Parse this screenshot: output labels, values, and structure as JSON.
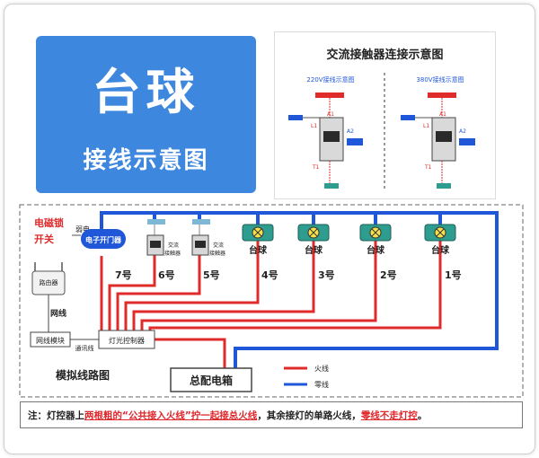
{
  "title_card": {
    "line1": "台球",
    "line2": "接线示意图"
  },
  "reference": {
    "title": "交流接触器连接示意图",
    "left_caption": "220V接线示意图",
    "right_caption": "380V接线示意图",
    "terminals": {
      "a1": "A1",
      "a2": "A2",
      "l1": "L1",
      "t1": "T1"
    }
  },
  "diagram": {
    "lock_switch": [
      "电磁锁",
      "开关"
    ],
    "weak_current": "弱电",
    "door_opener": "电子开门器",
    "router": "路由器",
    "network_cable": "网线",
    "network_module": "网线模块",
    "comm_line": "通讯线",
    "light_controller": "灯光控制器",
    "contactor_label": [
      "交流",
      "接触器"
    ],
    "table_label": "台球",
    "tables": [
      "7号",
      "6号",
      "5号",
      "4号",
      "3号",
      "2号",
      "1号"
    ],
    "main_box": "总配电箱",
    "sim_title": "模拟线路图",
    "legend": {
      "live": "火线",
      "neutral": "零线"
    }
  },
  "note": {
    "prefix": "注：灯控器上",
    "red1": "两根粗的“公共接入火线”拧一起接总火线",
    "middle": "，其余接灯的单路火线，",
    "red2": "零线不走灯控",
    "suffix": "。"
  },
  "colors": {
    "live": "#e02b2b",
    "neutral": "#1f57d8",
    "card": "#3d87df",
    "lamp": "#2e9c8f"
  }
}
